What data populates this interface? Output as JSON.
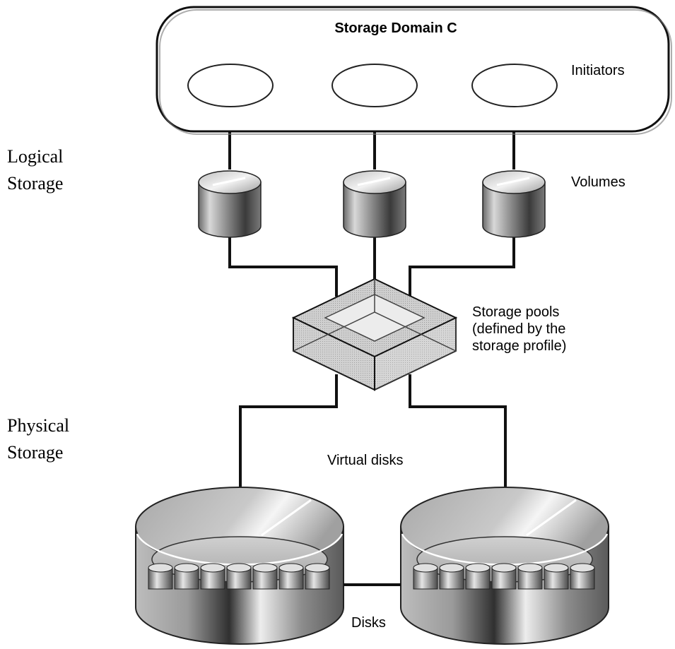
{
  "domain": {
    "title": "Storage Domain C",
    "initiators_label": "Initiators"
  },
  "volumes_label": "Volumes",
  "pool_label": {
    "line1": "Storage pools",
    "line2": "(defined by the",
    "line3": "storage profile)"
  },
  "virtual_disks_label": "Virtual disks",
  "disks_label": "Disks",
  "side_labels": {
    "logical_line1": "Logical",
    "logical_line2": "Storage",
    "physical_line1": "Physical",
    "physical_line2": "Storage"
  },
  "colors": {
    "line": "#111111",
    "metal_dark": "#555555",
    "metal_light": "#dddddd",
    "pool_fill": "#c8c8c8"
  }
}
